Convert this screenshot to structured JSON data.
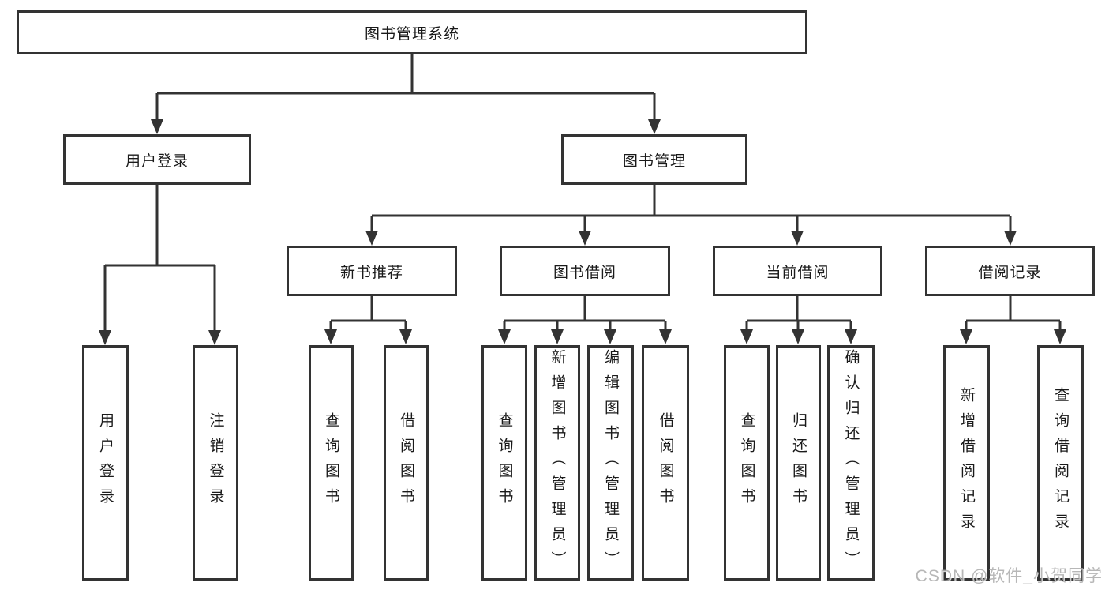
{
  "diagram": {
    "root": {
      "label": "图书管理系统"
    },
    "level2": [
      {
        "label": "用户登录"
      },
      {
        "label": "图书管理"
      }
    ],
    "level3": [
      {
        "label": "新书推荐"
      },
      {
        "label": "图书借阅"
      },
      {
        "label": "当前借阅"
      },
      {
        "label": "借阅记录"
      }
    ],
    "leaves": {
      "user_login": [
        {
          "label": "用户登录"
        },
        {
          "label": "注销登录"
        }
      ],
      "new_books": [
        {
          "label": "查询图书"
        },
        {
          "label": "借阅图书"
        }
      ],
      "book_borrow": [
        {
          "label": "查询图书"
        },
        {
          "label": "新增图书（管理员）"
        },
        {
          "label": "编辑图书（管理员）"
        },
        {
          "label": "借阅图书"
        }
      ],
      "current_borrow": [
        {
          "label": "查询图书"
        },
        {
          "label": "归还图书"
        },
        {
          "label": "确认归还（管理员）"
        }
      ],
      "borrow_records": [
        {
          "label": "新增借阅记录"
        },
        {
          "label": "查询借阅记录"
        }
      ]
    },
    "watermark": "CSDN @软件_小贺同学",
    "colors": {
      "line": "#333333",
      "text": "#1a1a1a",
      "watermark": "#a5a5a5",
      "background": "#ffffff"
    }
  }
}
